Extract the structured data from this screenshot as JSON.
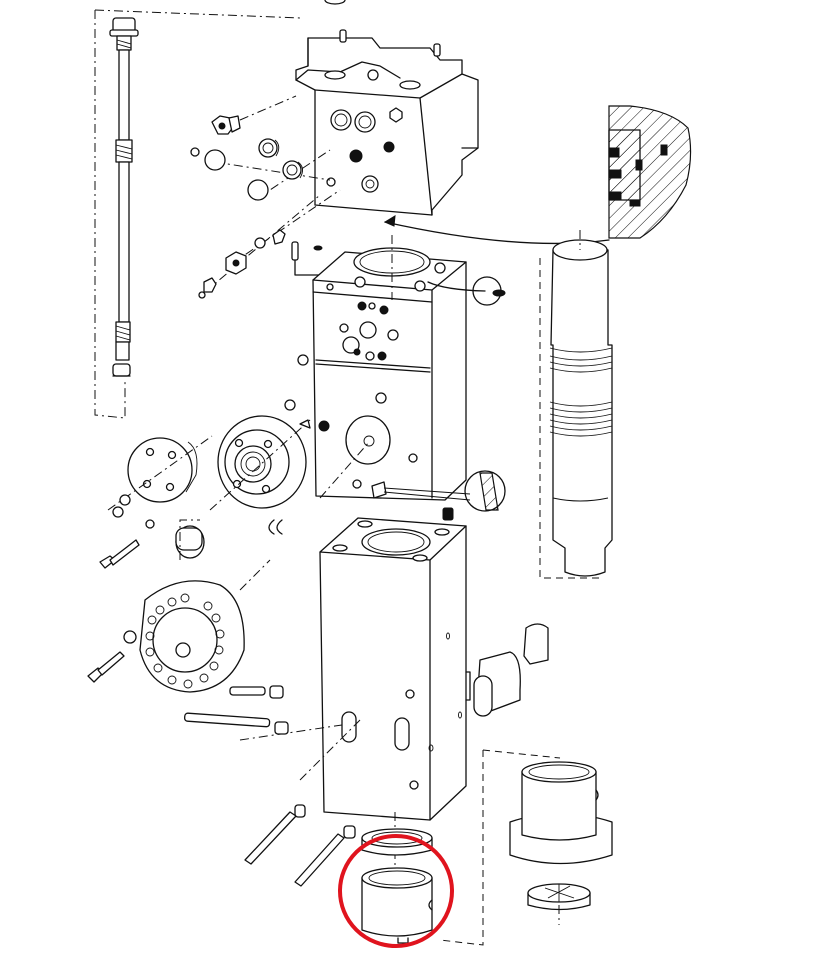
{
  "diagram": {
    "type": "exploded-assembly-view",
    "highlight": {
      "target": "lower-bushing",
      "shape": "circle",
      "color": "#e0141e"
    },
    "parts": [
      "tie-rod",
      "valve-block",
      "seal-detail-section",
      "fittings",
      "upper-cylinder-body",
      "front-cover-assembly",
      "accumulator-cover",
      "lower-cylinder-body",
      "retainer-pins",
      "piston",
      "sleeve-bushing",
      "chisel-bushing",
      "lower-bushing"
    ]
  }
}
